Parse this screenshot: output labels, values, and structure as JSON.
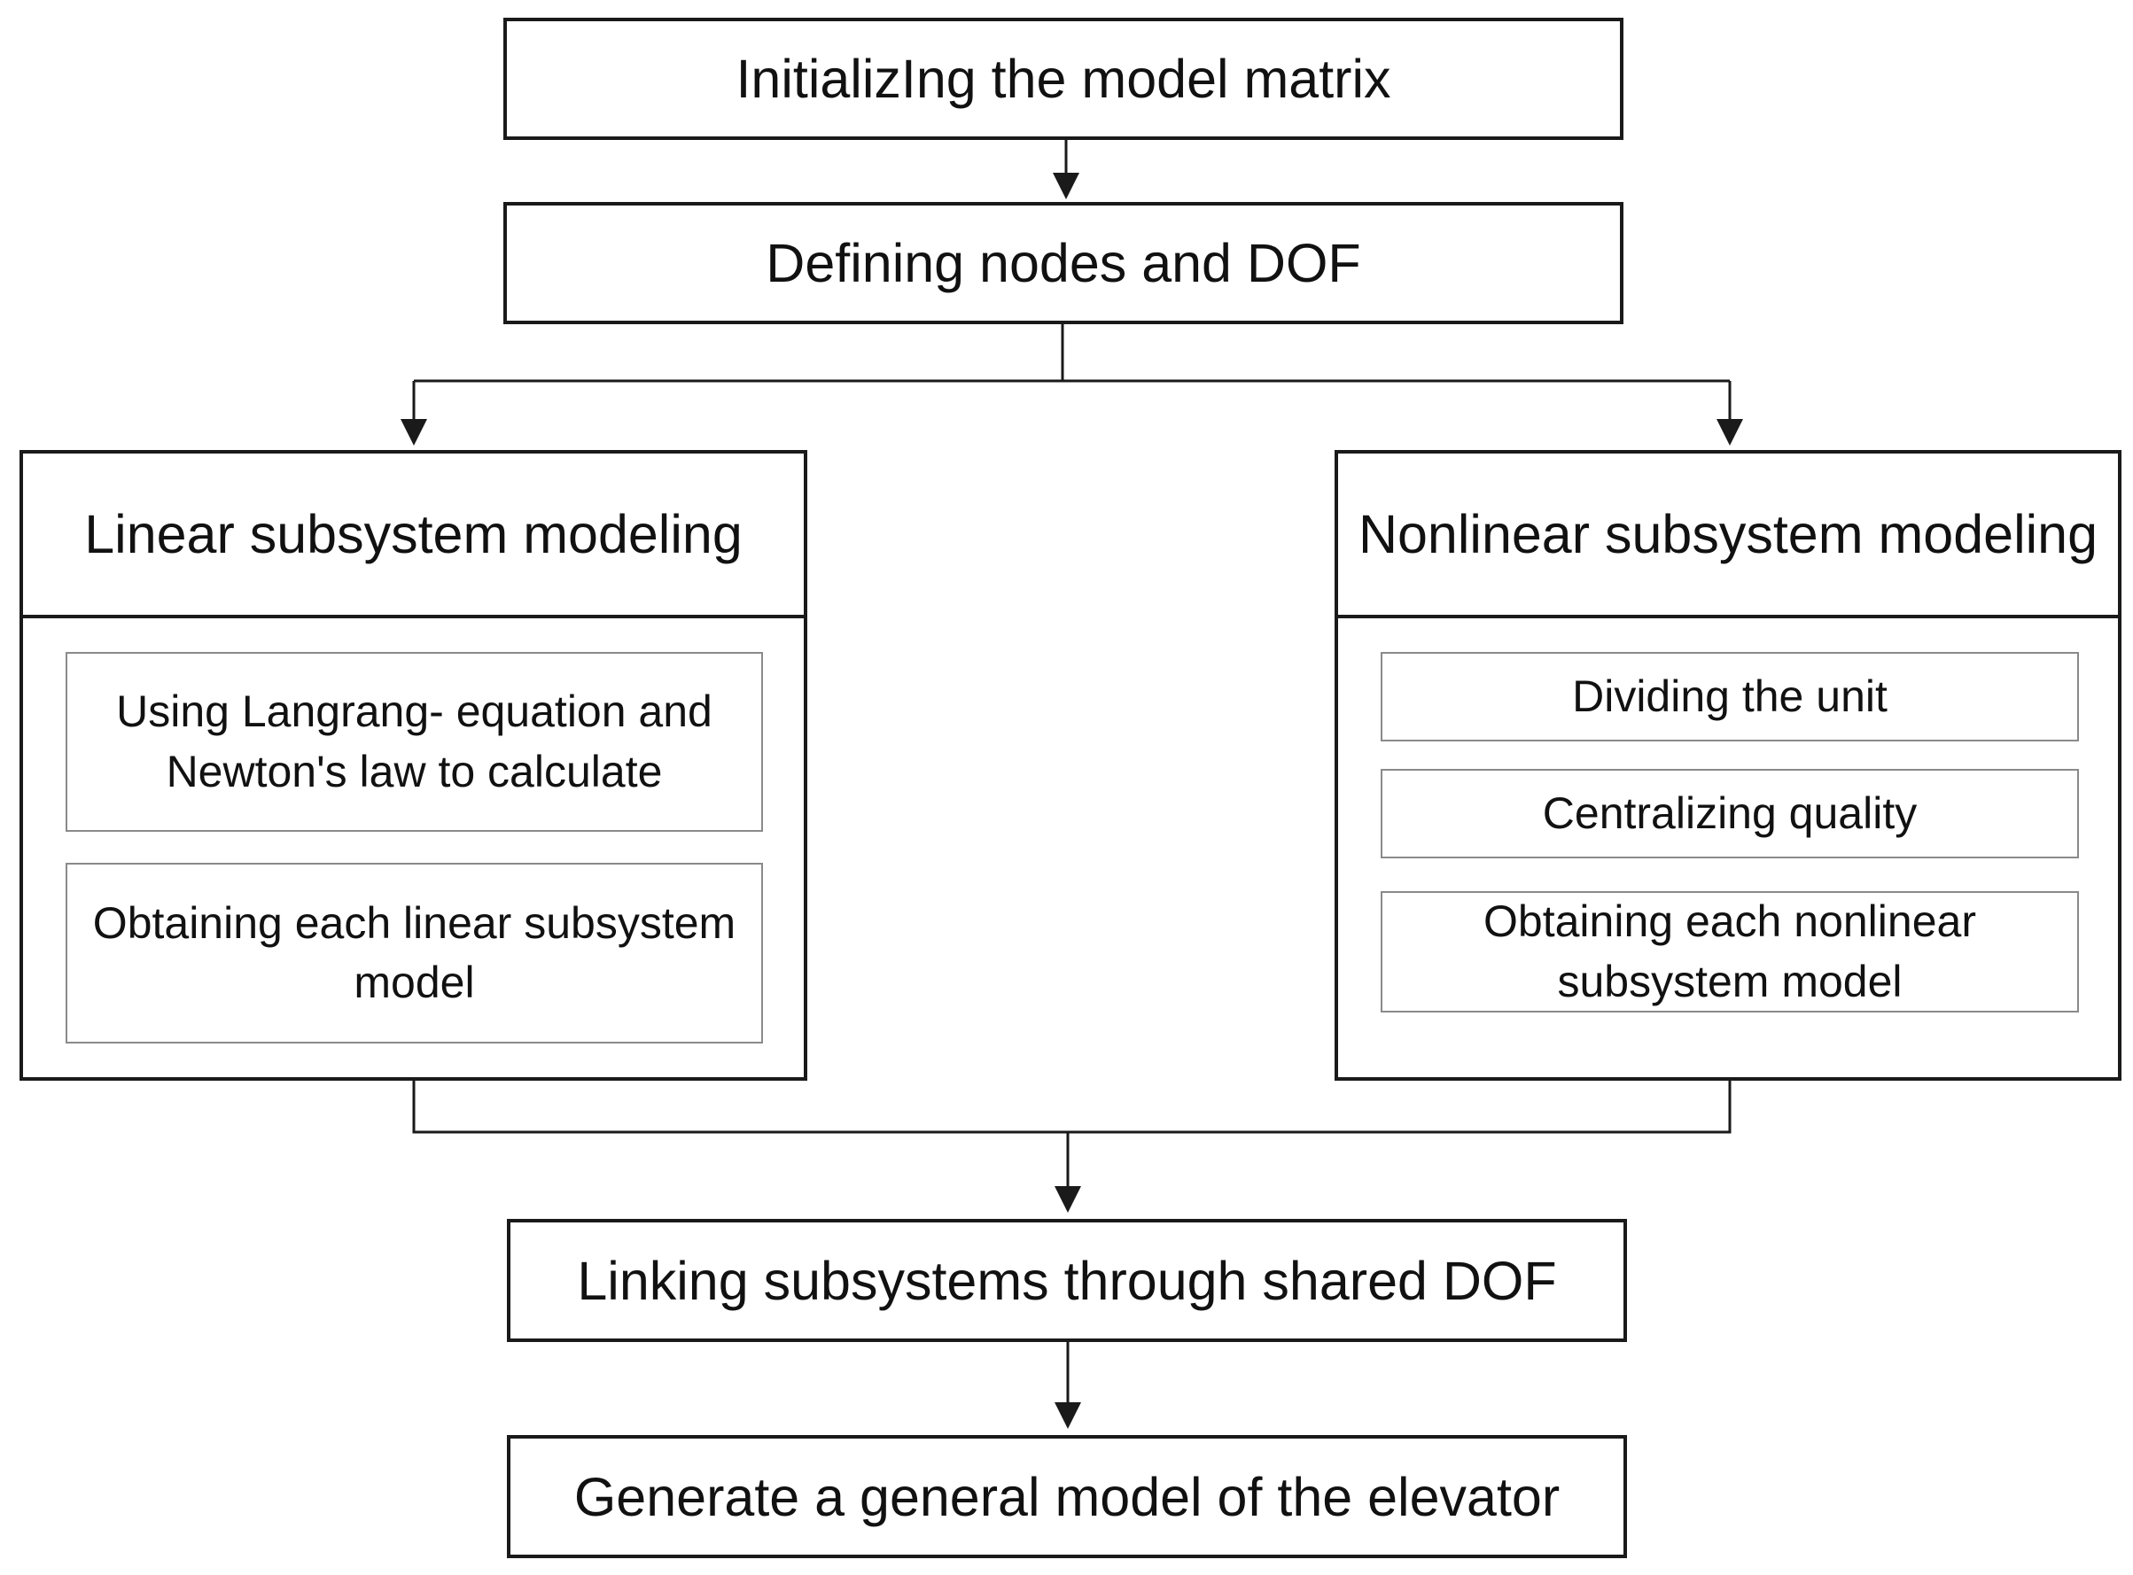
{
  "steps": {
    "init": "InitializIng the model matrix",
    "define": "Defining nodes and DOF",
    "link": "Linking subsystems through shared DOF",
    "generate": "Generate a general model of the elevator"
  },
  "linear": {
    "title": "Linear subsystem modeling",
    "items": [
      "Using Langrang- equation and Newton's law to calculate",
      "Obtaining each linear subsystem model"
    ]
  },
  "nonlinear": {
    "title": "Nonlinear subsystem modeling",
    "items": [
      "Dividing the unit",
      "Centralizing quality",
      "Obtaining each nonlinear subsystem model"
    ]
  }
}
